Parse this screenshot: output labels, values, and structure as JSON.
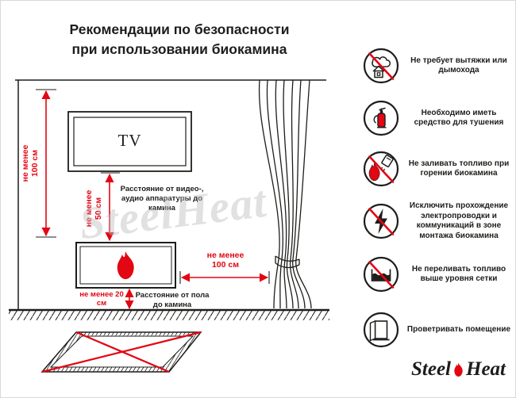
{
  "title": {
    "line1": "Рекомендации по безопасности",
    "line2": "при использовании биокамина"
  },
  "diagram": {
    "tv_label": "TV",
    "watermark": "SteelHeat",
    "dims": {
      "left": "не менее 100 см",
      "middle": "не менее 50 см",
      "middle_caption": "Расстояние от видео-, аудио аппаратуры до камина",
      "right": "не менее 100 см",
      "bottom": "не менее 20 см",
      "bottom_caption": "Расстояние от пола до камина"
    }
  },
  "recommendations": [
    {
      "icon": "no-exhaust-icon",
      "prohibited": true,
      "text": "Не требует вытяжки или дымохода"
    },
    {
      "icon": "fire-extinguisher-icon",
      "prohibited": false,
      "text": "Необходимо иметь средство для тушения"
    },
    {
      "icon": "no-refuel-while-burning-icon",
      "prohibited": true,
      "text": "Не заливать топливо при горении биокамина"
    },
    {
      "icon": "no-electric-wiring-icon",
      "prohibited": true,
      "text": "Исключить прохождение электропроводки и коммуникаций в зоне монтажа биокамина"
    },
    {
      "icon": "no-overfill-icon",
      "prohibited": true,
      "text": "Не переливать топливо выше уровня сетки"
    },
    {
      "icon": "ventilate-room-icon",
      "prohibited": false,
      "text": "Проветривать помещение"
    }
  ],
  "logo": {
    "steel": "Steel",
    "heat": "Heat"
  },
  "colors": {
    "accent_red": "#e30613",
    "line": "#1d1d1b"
  }
}
